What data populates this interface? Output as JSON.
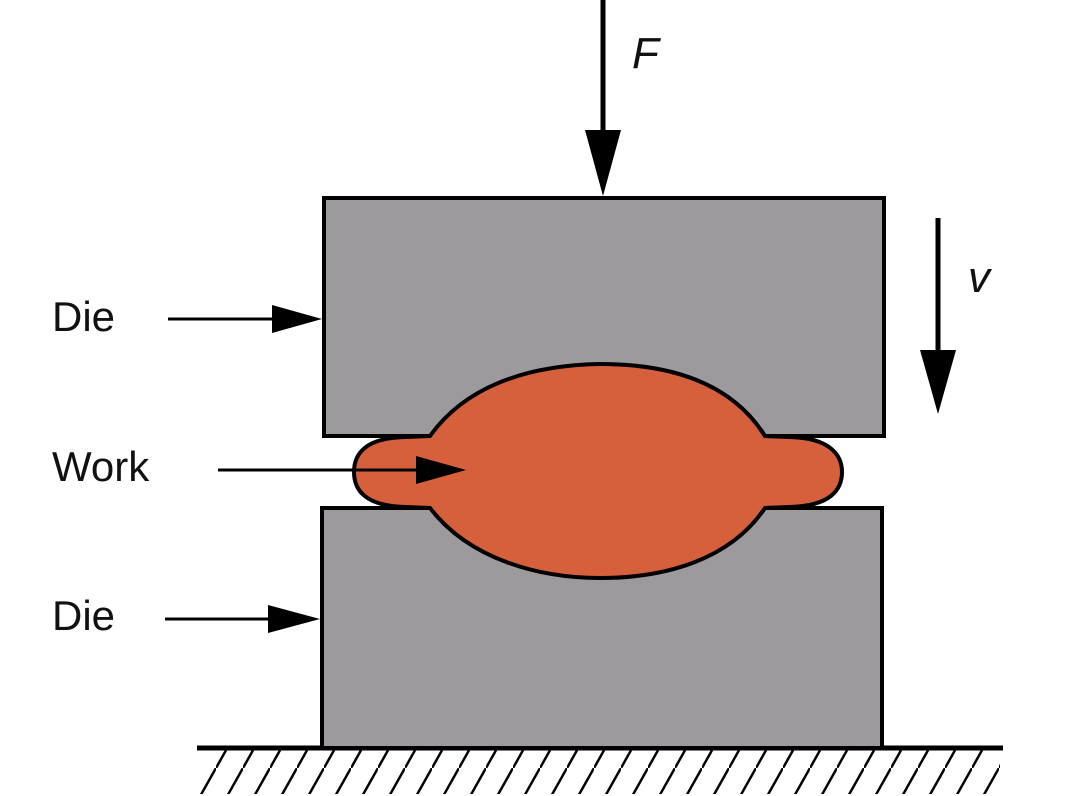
{
  "labels": {
    "force": "F",
    "velocity": "v",
    "upper_die": "Die",
    "work": "Work",
    "lower_die": "Die"
  },
  "colors": {
    "die_fill": "#9c9a9c",
    "work_fill": "#d65f3c",
    "outline": "#000000",
    "background": "#ffffff"
  }
}
